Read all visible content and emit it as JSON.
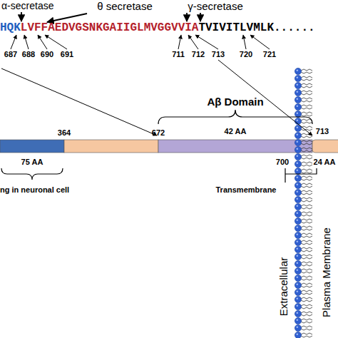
{
  "diagram": {
    "labels": [
      "α-secretase",
      "θ secretase",
      "γ-secretase",
      "HQK",
      "LVFFAEDVGSNKGAIIGLMVGGVVIA",
      "TVIVITLVMLK......",
      "687",
      "688",
      "690",
      "691",
      "711",
      "712",
      "713",
      "720",
      "721",
      "Aβ Domain",
      "364",
      "672",
      "42 AA",
      "713",
      "75 AA",
      "ng in neuronal cell",
      "700",
      "Transmembrane",
      "24 AA",
      "Extracellular",
      "Plasma Membrane"
    ]
  }
}
